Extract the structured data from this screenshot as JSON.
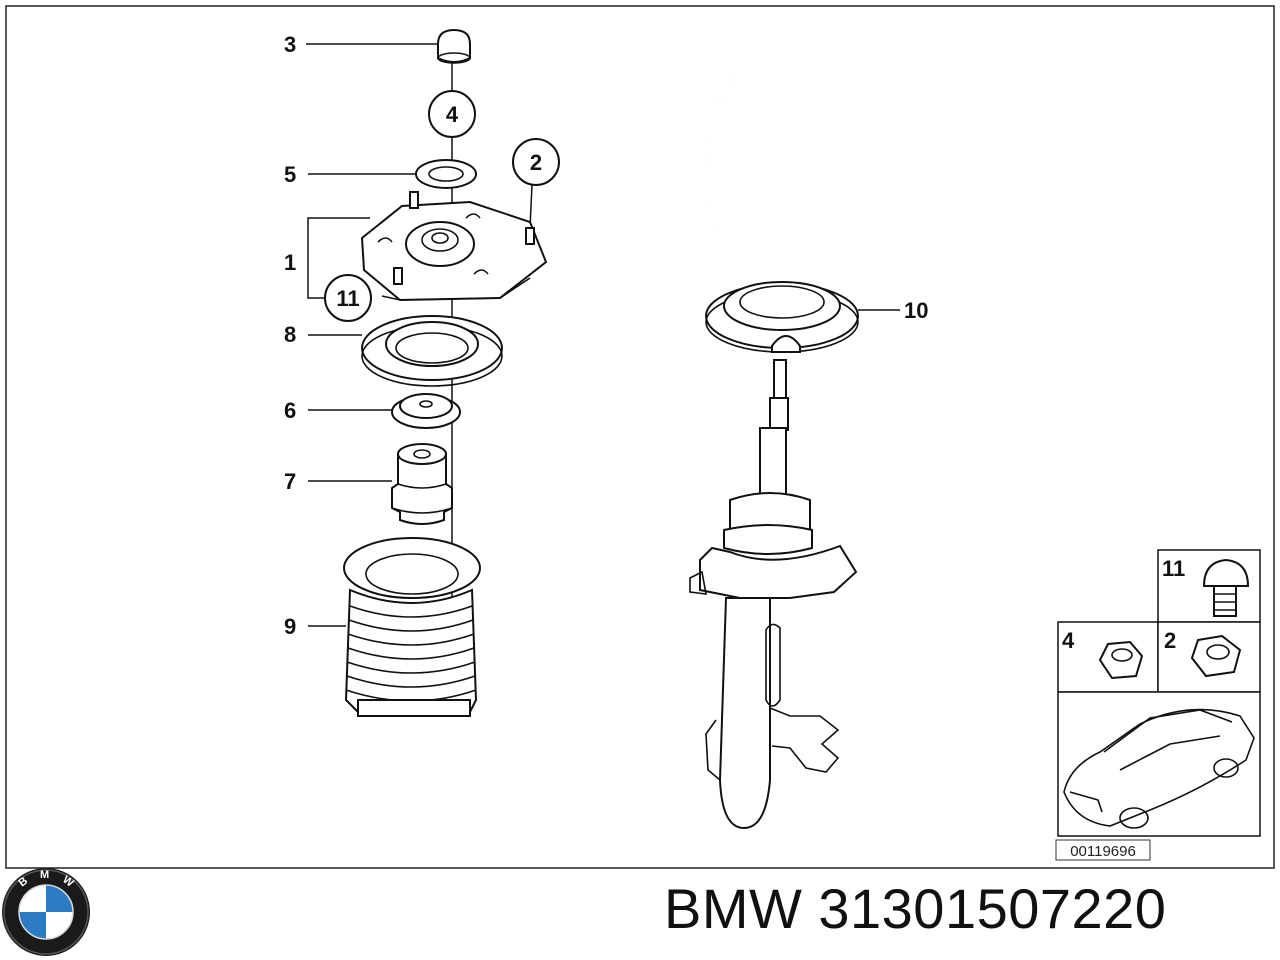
{
  "diagram": {
    "callouts": {
      "c1": "1",
      "c2": "2",
      "c3": "3",
      "c4": "4",
      "c5": "5",
      "c6": "6",
      "c7": "7",
      "c8": "8",
      "c9": "9",
      "c10": "10",
      "c11": "11"
    },
    "inset": {
      "bolt_label": "11",
      "nut_left_label": "4",
      "nut_right_label": "2"
    },
    "reference_code": "00119696"
  },
  "footer": {
    "brand": "BMW",
    "part_number": "31301507220"
  },
  "logo": {
    "lettering": "BMW",
    "colors": {
      "ring": "#1a1a1a",
      "blue": "#2b7cc4",
      "white": "#ffffff"
    }
  }
}
